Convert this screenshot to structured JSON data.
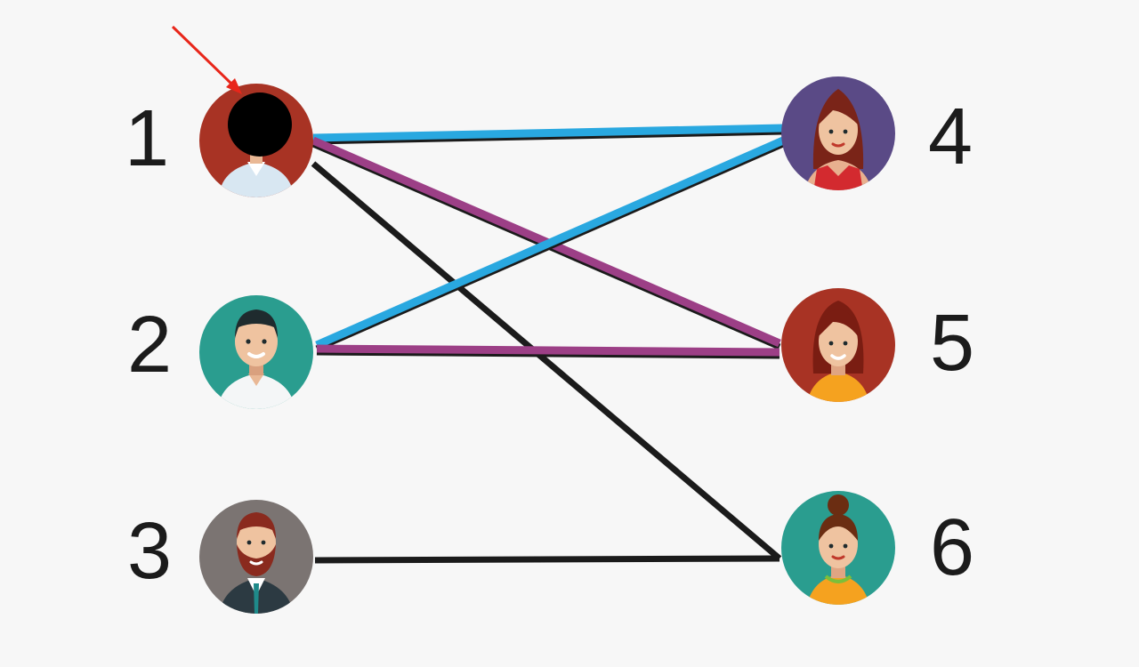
{
  "nodes": [
    {
      "id": "1",
      "label": "1",
      "bg": "#a83324",
      "avatar": "man-light-shirt"
    },
    {
      "id": "2",
      "label": "2",
      "bg": "#2a9d8f",
      "avatar": "man-white-shirt"
    },
    {
      "id": "3",
      "label": "3",
      "bg": "#7b7472",
      "avatar": "bearded-man-suit"
    },
    {
      "id": "4",
      "label": "4",
      "bg": "#5a4a86",
      "avatar": "woman-red-dress"
    },
    {
      "id": "5",
      "label": "5",
      "bg": "#a83324",
      "avatar": "woman-orange-top"
    },
    {
      "id": "6",
      "label": "6",
      "bg": "#2a9d8f",
      "avatar": "woman-bun-orange-top"
    }
  ],
  "edges": [
    {
      "from": "1",
      "to": "4",
      "color": "#1b1b1b"
    },
    {
      "from": "1",
      "to": "4",
      "color": "#29a8e0"
    },
    {
      "from": "1",
      "to": "5",
      "color": "#1b1b1b"
    },
    {
      "from": "1",
      "to": "5",
      "color": "#9c3f86"
    },
    {
      "from": "1",
      "to": "6",
      "color": "#1b1b1b"
    },
    {
      "from": "2",
      "to": "4",
      "color": "#1b1b1b"
    },
    {
      "from": "2",
      "to": "4",
      "color": "#29a8e0"
    },
    {
      "from": "2",
      "to": "5",
      "color": "#1b1b1b"
    },
    {
      "from": "2",
      "to": "5",
      "color": "#9c3f86"
    },
    {
      "from": "3",
      "to": "6",
      "color": "#1b1b1b"
    }
  ],
  "colors": {
    "background": "#f7f7f7",
    "arrow": "#e8261a",
    "black_dot": "#000000"
  }
}
